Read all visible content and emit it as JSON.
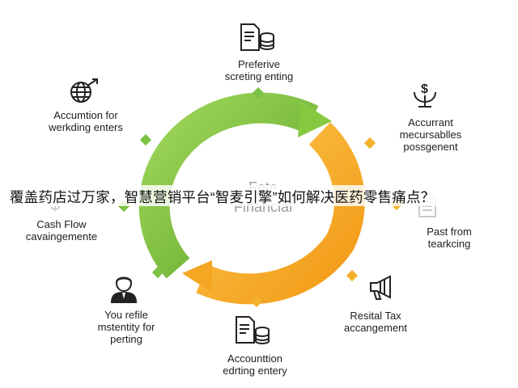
{
  "headline": "覆盖药店过万家，智慧营销平台“智麦引擎”如何解决医药零售痛点？",
  "center": {
    "line1": "Fete",
    "line2": "Financial"
  },
  "nodes": [
    {
      "id": "top",
      "line1": "Preferive",
      "line2": "screting enting",
      "icon": "document-database-icon"
    },
    {
      "id": "top-right",
      "line1": "Accurrant",
      "line2": "mecursablles",
      "line3": "possgenent",
      "icon": "dollar-plant-icon"
    },
    {
      "id": "right",
      "line1": "Past from",
      "line2": "tearkcing",
      "icon": "document-icon"
    },
    {
      "id": "bottom-right",
      "line1": "Resital Tax",
      "line2": "accangement",
      "icon": "megaphone-icon"
    },
    {
      "id": "bottom",
      "line1": "Accounttion",
      "line2": "edrting entery",
      "icon": "document-database-icon"
    },
    {
      "id": "bottom-left",
      "line1": "You refile",
      "line2": "mstentity for",
      "line3": "perting",
      "icon": "businessman-icon"
    },
    {
      "id": "left",
      "line1": "Cash Flow",
      "line2": "cavaingemente",
      "icon": "dollar-icon"
    },
    {
      "id": "top-left",
      "line1": "Accumtion for",
      "line2": "werkding enters",
      "icon": "globe-arrow-icon"
    }
  ],
  "colors": {
    "green": "#86c940",
    "green_dark": "#5fa82a",
    "orange": "#f5a623",
    "orange_light": "#fbc54c",
    "connector_green": "#7cc143",
    "connector_orange": "#f4b12e"
  }
}
